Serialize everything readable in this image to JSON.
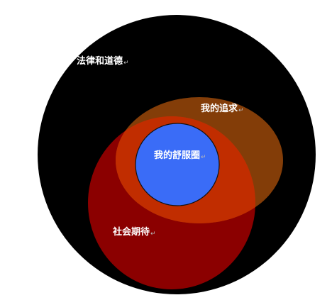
{
  "diagram": {
    "outer": {
      "label": "法律和道德",
      "fill": "#000000"
    },
    "pursuit": {
      "label": "我的追求",
      "fill": "#a04a0a",
      "opacity": 0.82
    },
    "social": {
      "label": "社会期待",
      "fill": "#8b0000"
    },
    "overlap": {
      "fill": "#c12d00"
    },
    "comfort": {
      "label": "我的舒服圈",
      "fill": "#3a6cf7",
      "stroke": "#111111"
    },
    "text_color": "#ffffff",
    "paragraph_mark": "↵"
  }
}
